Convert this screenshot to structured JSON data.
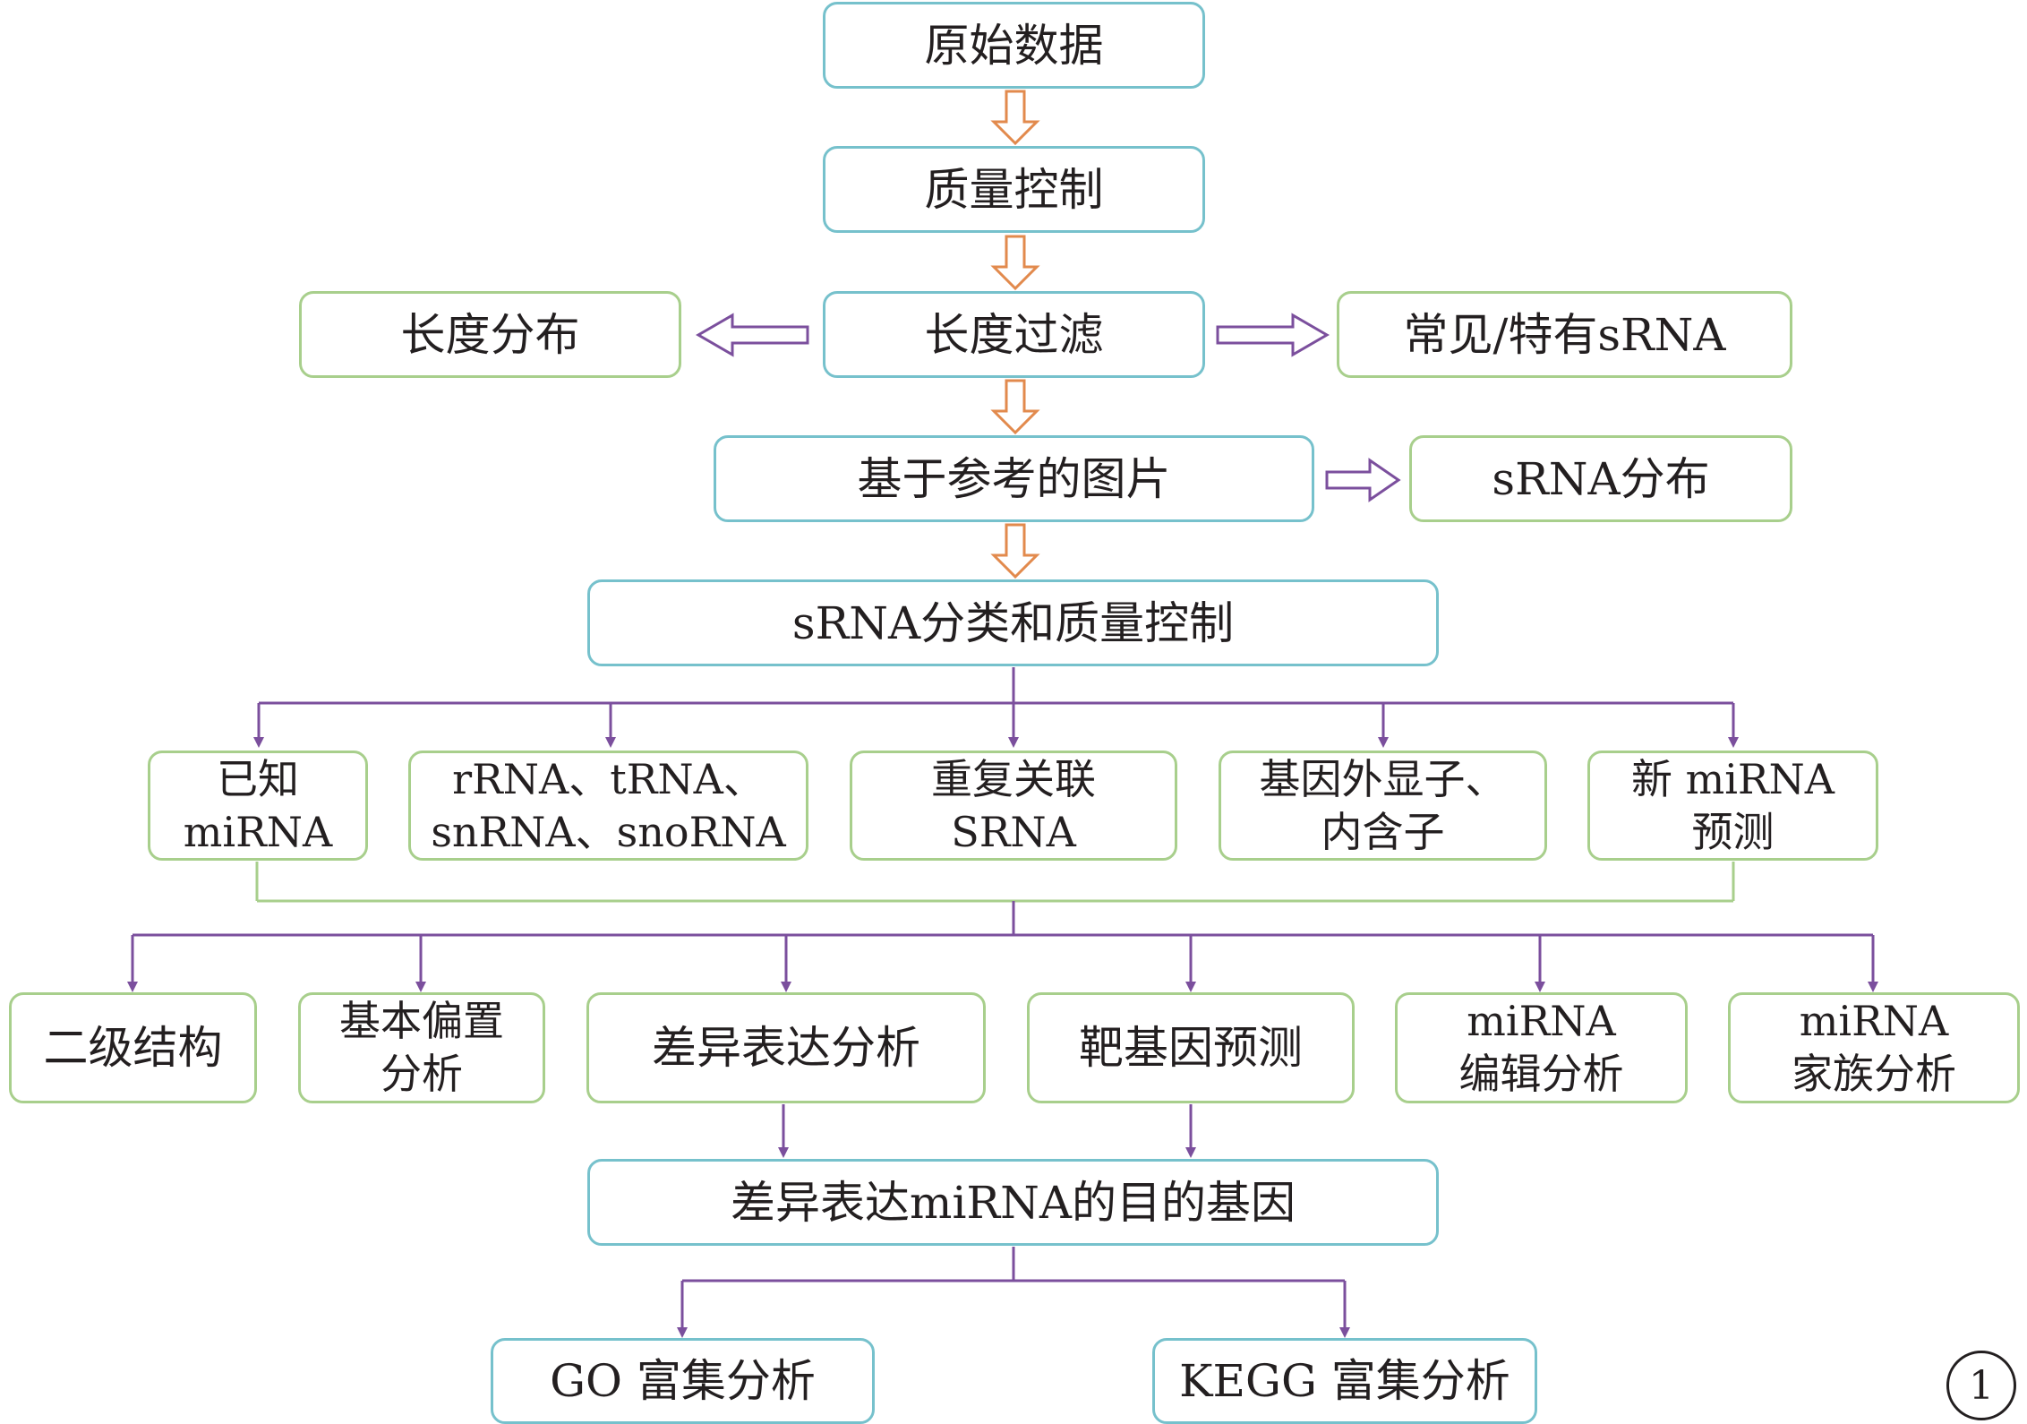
{
  "nodes": {
    "raw_data": "原始数据",
    "quality_control": "质量控制",
    "length_filter": "长度过滤",
    "length_distribution": "长度分布",
    "common_specific_srna": "常见/特有sRNA",
    "reference_mapping": "基于参考的图片",
    "srna_distribution": "sRNA分布",
    "srna_classification": "sRNA分类和质量控制",
    "known_mirna": [
      "已知",
      "miRNA"
    ],
    "rrna_trna": [
      "rRNA、tRNA、",
      "snRNA、snoRNA"
    ],
    "repeat_srna": [
      "重复关联",
      "SRNA"
    ],
    "exon_intron": [
      "基因外显子、",
      "内含子"
    ],
    "novel_mirna": [
      "新 miRNA",
      "预测"
    ],
    "secondary_structure": "二级结构",
    "base_bias": [
      "基本偏置",
      "分析"
    ],
    "differential_expression": "差异表达分析",
    "target_prediction": "靶基因预测",
    "mirna_editing": [
      "miRNA",
      "编辑分析"
    ],
    "mirna_family": [
      "miRNA",
      "家族分析"
    ],
    "de_mirna_targets": "差异表达miRNA的目的基因",
    "go_enrichment": "GO 富集分析",
    "kegg_enrichment": "KEGG 富集分析"
  },
  "figure_label": "1",
  "colors": {
    "flow_arrow": "#e28a4d",
    "side_arrow": "#7b4f9d",
    "branch_line": "#7b4f9d",
    "merge_line": "#a8cf8c",
    "box_border_blue": "#76c1cc",
    "box_border_green": "#a8cf8c"
  }
}
